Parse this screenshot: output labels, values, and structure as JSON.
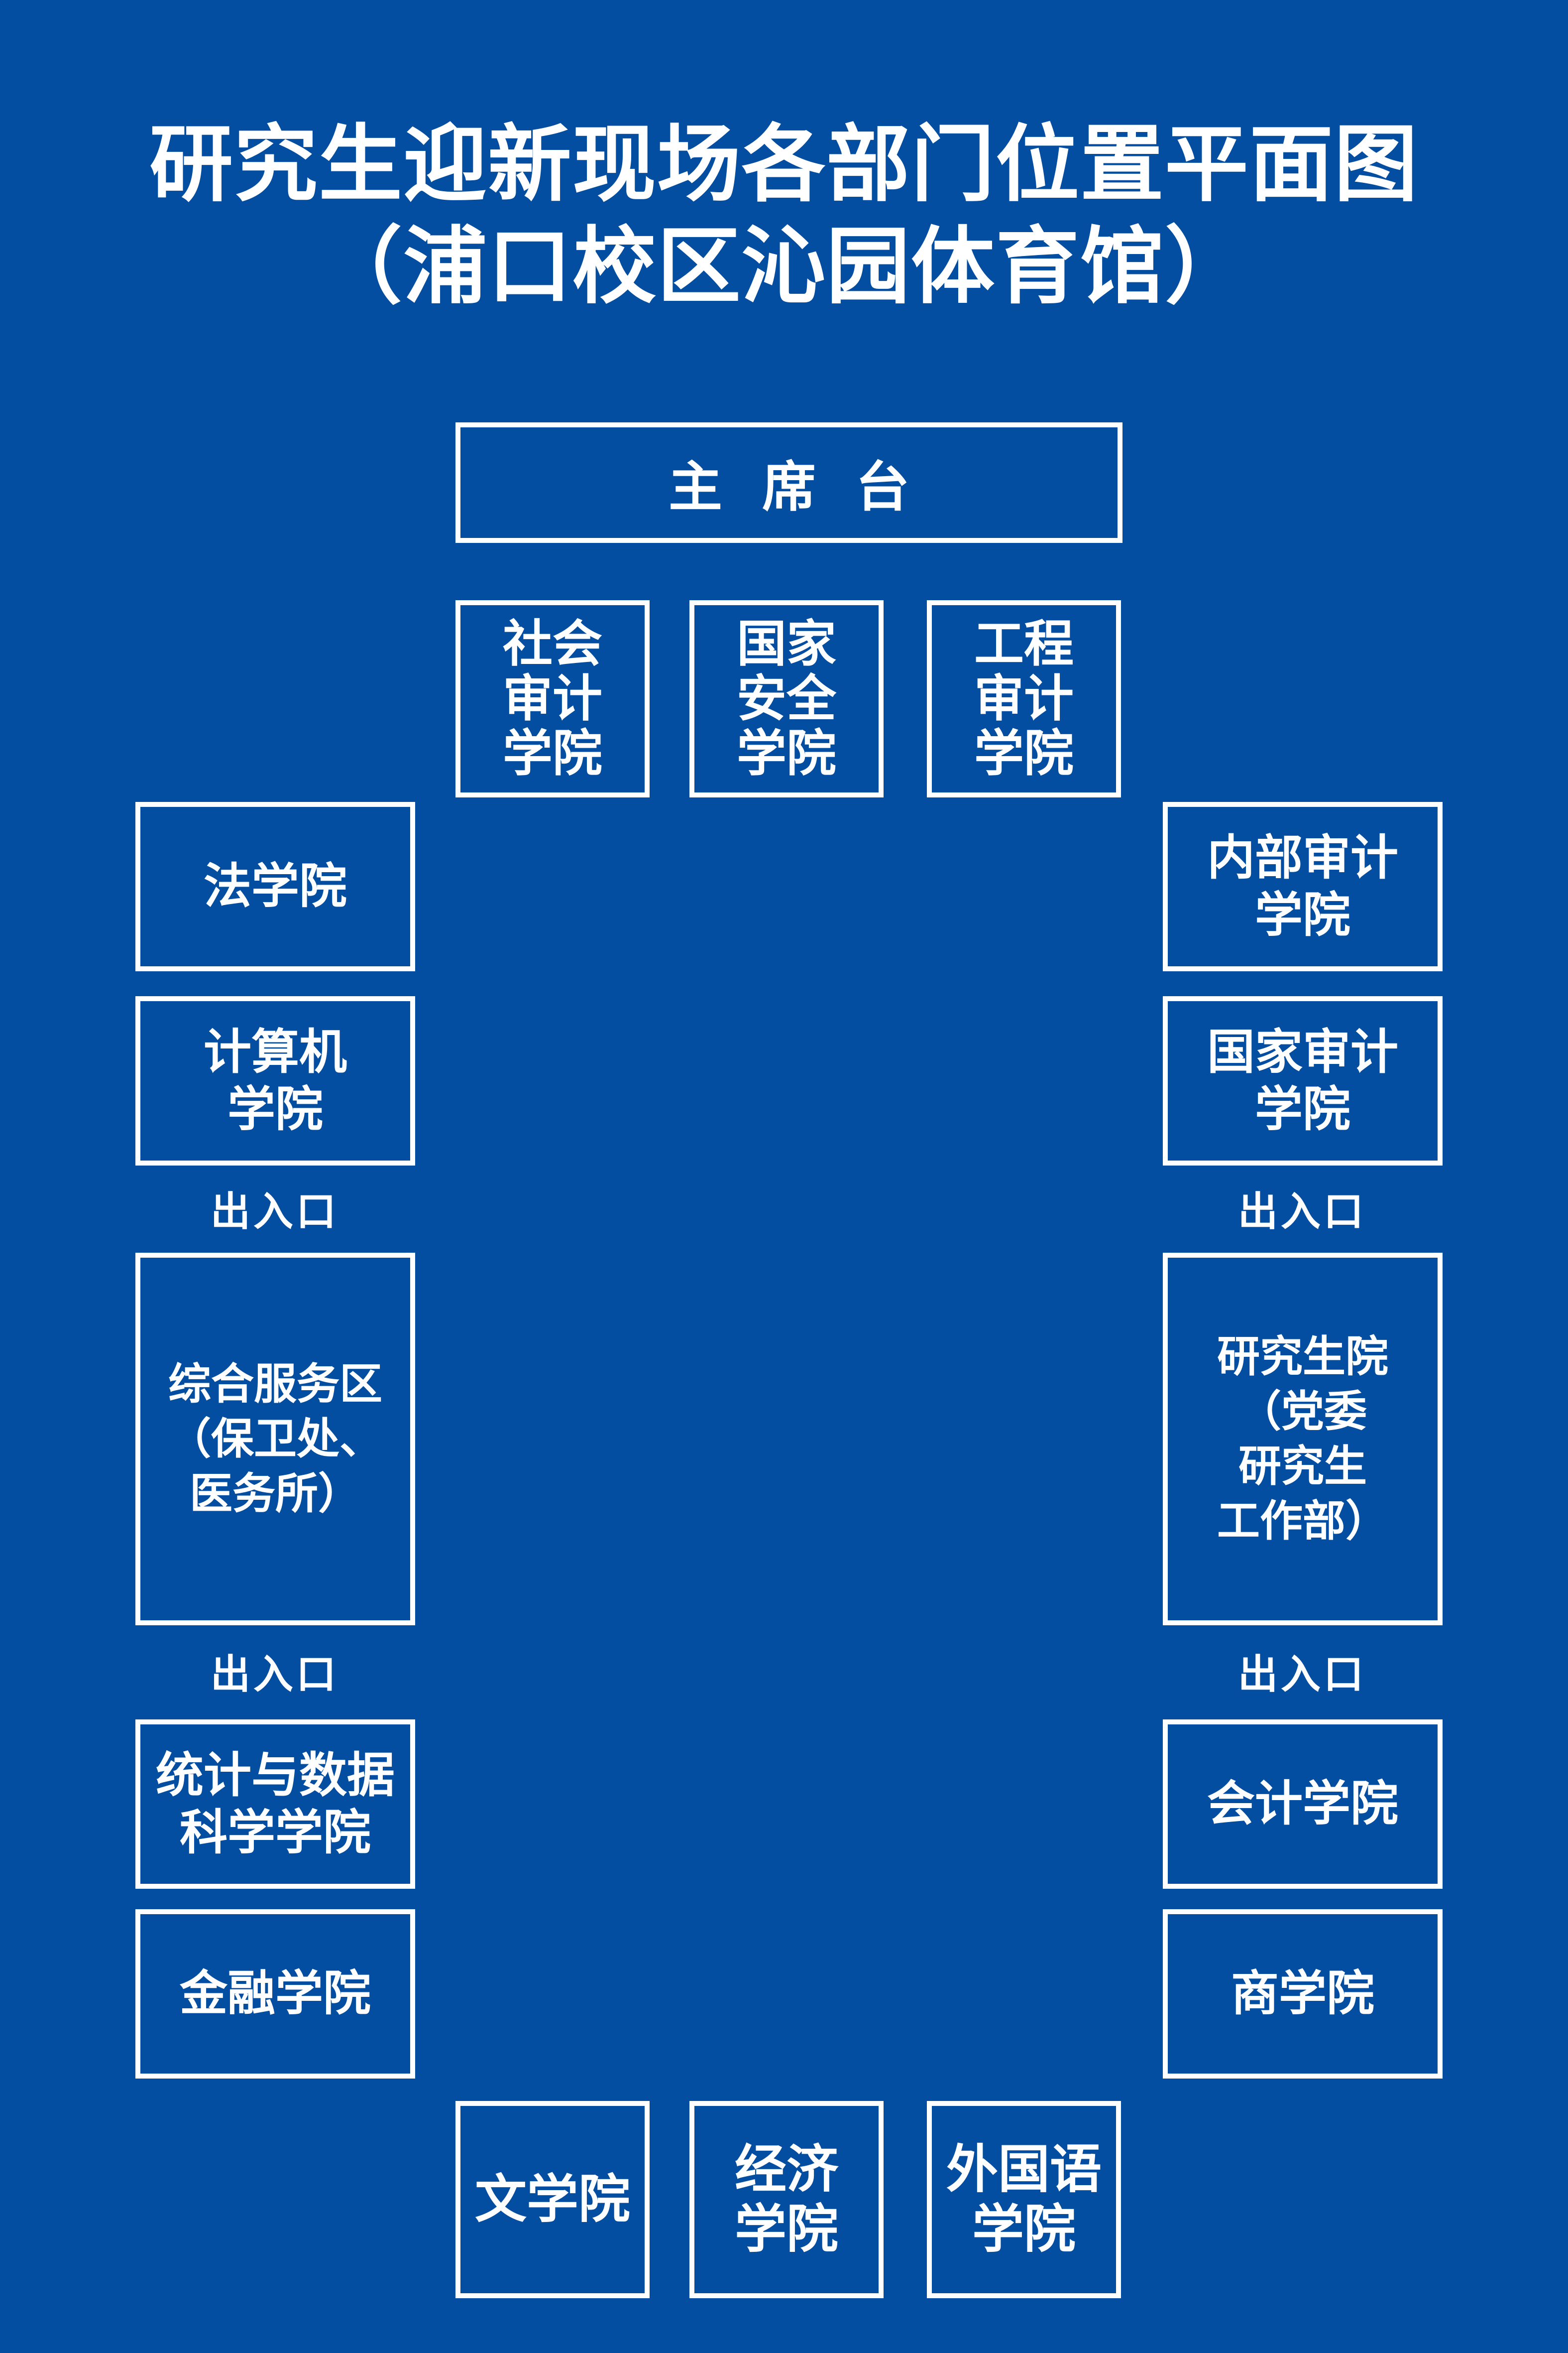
{
  "title": {
    "line1": "研究生迎新现场各部门位置平面图",
    "line2": "（浦口校区沁园体育馆）"
  },
  "stage": {
    "label": "主席台"
  },
  "top_row": [
    {
      "label": "社会\n审计\n学院"
    },
    {
      "label": "国家\n安全\n学院"
    },
    {
      "label": "工程\n审计\n学院"
    }
  ],
  "left_column": [
    {
      "label": "法学院"
    },
    {
      "label": "计算机\n学院"
    },
    {
      "label": "综合服务区\n（保卫处、\n医务所）"
    },
    {
      "label": "统计与数据\n科学学院"
    },
    {
      "label": "金融学院"
    }
  ],
  "right_column": [
    {
      "label": "内部审计\n学院"
    },
    {
      "label": "国家审计\n学院"
    },
    {
      "label": "研究生院\n（党委\n研究生\n工作部）"
    },
    {
      "label": "会计学院"
    },
    {
      "label": "商学院"
    }
  ],
  "bottom_row": [
    {
      "label": "文学院"
    },
    {
      "label": "经济\n学院"
    },
    {
      "label": "外国语\n学院"
    }
  ],
  "entrances": {
    "left": [
      "出入口",
      "出入口"
    ],
    "right": [
      "出入口",
      "出入口"
    ]
  }
}
